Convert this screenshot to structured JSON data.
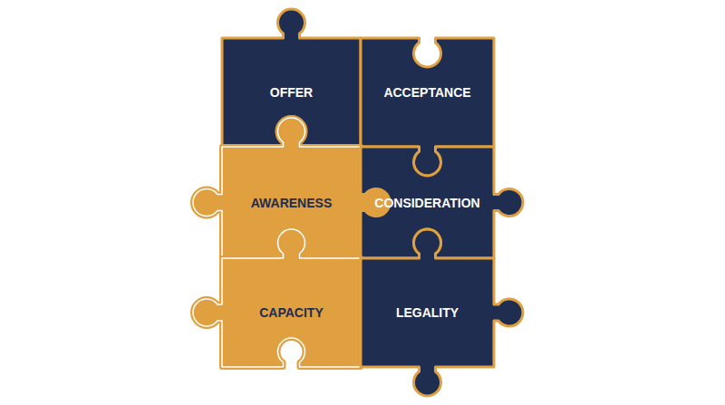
{
  "diagram": {
    "nodes": [
      {
        "text": [
          "OFFER"
        ]
      },
      {
        "text": [
          "ACCEPTANCE"
        ]
      },
      {
        "text": [
          "AWARENESS"
        ]
      },
      {
        "text": [
          "CONSIDERATION"
        ]
      },
      {
        "text": [
          "CAPACITY"
        ]
      },
      {
        "text": [
          "LEGALITY"
        ]
      }
    ]
  }
}
